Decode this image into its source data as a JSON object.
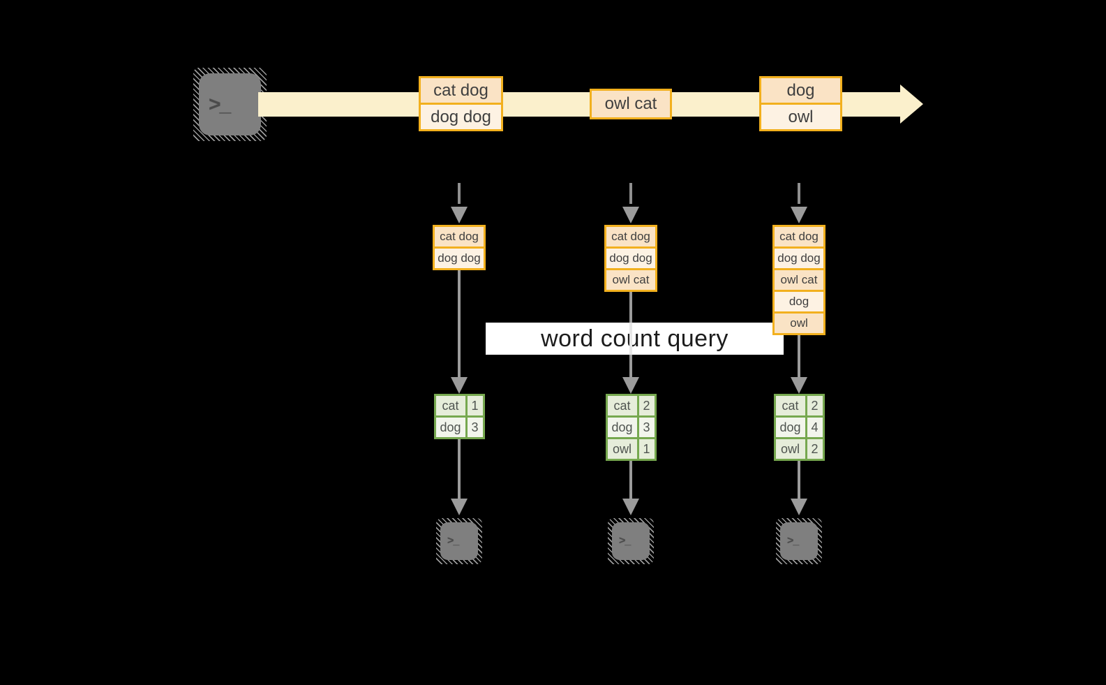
{
  "banner": {
    "label": "word count query"
  },
  "terminal_glyph": ">_",
  "timeline": {
    "events": [
      {
        "rows": [
          "cat dog",
          "dog dog"
        ]
      },
      {
        "rows": [
          "owl cat"
        ]
      },
      {
        "rows": [
          "dog",
          "owl"
        ]
      }
    ]
  },
  "columns": [
    {
      "input_rows": [
        "cat dog",
        "dog dog"
      ],
      "result_rows": [
        {
          "word": "cat",
          "count": "1"
        },
        {
          "word": "dog",
          "count": "3"
        }
      ]
    },
    {
      "input_rows": [
        "cat dog",
        "dog dog",
        "owl cat"
      ],
      "result_rows": [
        {
          "word": "cat",
          "count": "2"
        },
        {
          "word": "dog",
          "count": "3"
        },
        {
          "word": "owl",
          "count": "1"
        }
      ]
    },
    {
      "input_rows": [
        "cat dog",
        "dog dog",
        "owl cat",
        "dog",
        "owl"
      ],
      "result_rows": [
        {
          "word": "cat",
          "count": "2"
        },
        {
          "word": "dog",
          "count": "4"
        },
        {
          "word": "owl",
          "count": "2"
        }
      ]
    }
  ],
  "colors": {
    "background": "#000000",
    "timeline_fill": "#FBF0CC",
    "event_border": "#F2B01E",
    "event_fill_odd": "#FAE3C5",
    "event_fill_even": "#FDF2E3",
    "result_border": "#76A84F",
    "result_fill_odd": "#E6EDDA",
    "result_fill_even": "#F2F5EC",
    "connector_gray": "#9B9B9B",
    "terminal_gray": "#7F7F7F",
    "banner_background": "#FFFFFF",
    "banner_text": "#1C1C1C",
    "text": "#3F3F3F"
  }
}
